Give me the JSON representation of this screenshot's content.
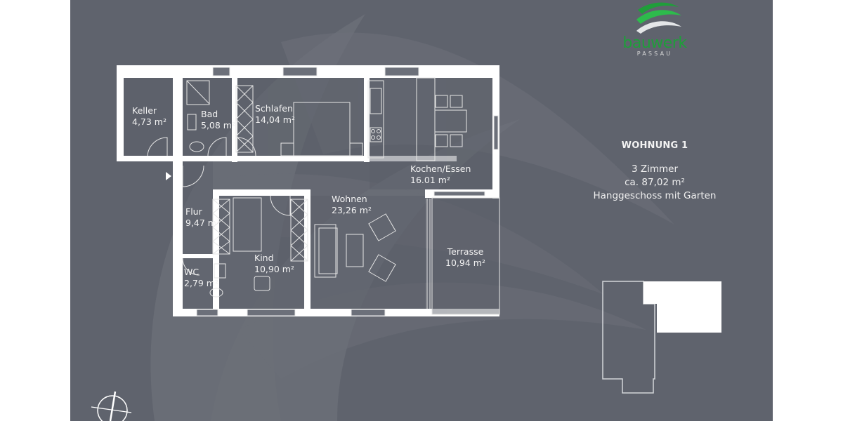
{
  "brand": {
    "name": "bauwerk",
    "subtitle": "PASSAU",
    "colors": {
      "primary_green": "#1f9e3a",
      "swoosh_light": "#e4e6e8",
      "panel_bg": "#5f636d",
      "wall": "#ffffff"
    }
  },
  "unit": {
    "title": "WOHNUNG 1",
    "rooms_count": "3 Zimmer",
    "area": "ca. 87,02 m²",
    "floor": "Hanggeschoss mit Garten"
  },
  "floorplan": {
    "rooms": [
      {
        "id": "keller",
        "name": "Keller",
        "area": "4,73 m²"
      },
      {
        "id": "bad",
        "name": "Bad",
        "area": "5,08 m²"
      },
      {
        "id": "schlafen",
        "name": "Schlafen",
        "area": "14,04 m²"
      },
      {
        "id": "kochen",
        "name": "Kochen/Essen",
        "area": "16.01 m²"
      },
      {
        "id": "wohnen",
        "name": "Wohnen",
        "area": "23,26 m²"
      },
      {
        "id": "flur",
        "name": "Flur",
        "area": "9,47 m²"
      },
      {
        "id": "kind",
        "name": "Kind",
        "area": "10,90 m²"
      },
      {
        "id": "wc",
        "name": "WC",
        "area": "2,79 m²"
      },
      {
        "id": "terrasse",
        "name": "Terrasse",
        "area": "10,94 m²"
      }
    ],
    "entrance_marker": "entrance-arrow",
    "compass": "north-compass"
  },
  "site_plan": {
    "label": "building-footprint-key-plan",
    "highlight_color": "#ffffff"
  }
}
